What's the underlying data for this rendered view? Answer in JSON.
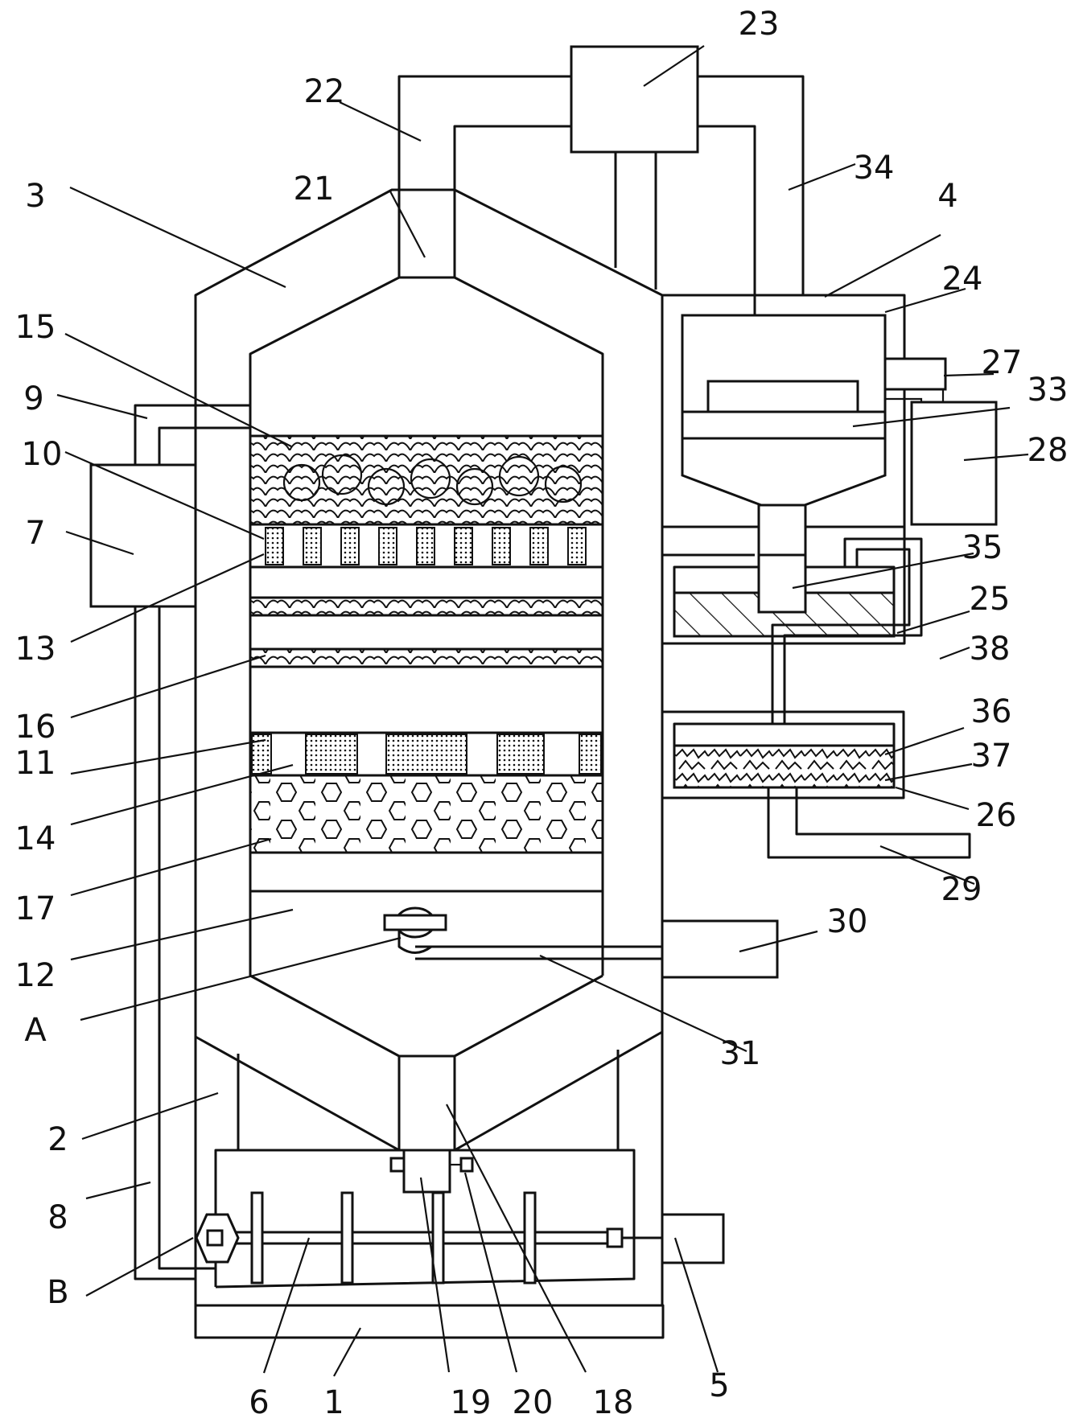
{
  "diagram": {
    "labels": [
      "1",
      "2",
      "3",
      "4",
      "5",
      "6",
      "7",
      "8",
      "9",
      "10",
      "11",
      "12",
      "13",
      "14",
      "15",
      "16",
      "17",
      "18",
      "19",
      "20",
      "21",
      "22",
      "23",
      "24",
      "25",
      "26",
      "27",
      "28",
      "29",
      "30",
      "31",
      "33",
      "34",
      "35",
      "36",
      "37",
      "38",
      "A",
      "B"
    ]
  },
  "colors": {
    "line": "#111111",
    "background": "#ffffff"
  }
}
